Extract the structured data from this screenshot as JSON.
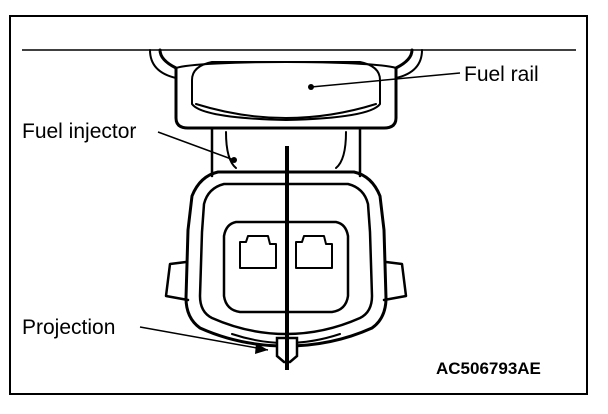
{
  "diagram": {
    "labels": {
      "fuel_rail": "Fuel rail",
      "fuel_injector": "Fuel injector",
      "projection": "Projection",
      "figure_code": "AC506793AE"
    },
    "colors": {
      "line": "#000000",
      "background": "#ffffff"
    }
  }
}
